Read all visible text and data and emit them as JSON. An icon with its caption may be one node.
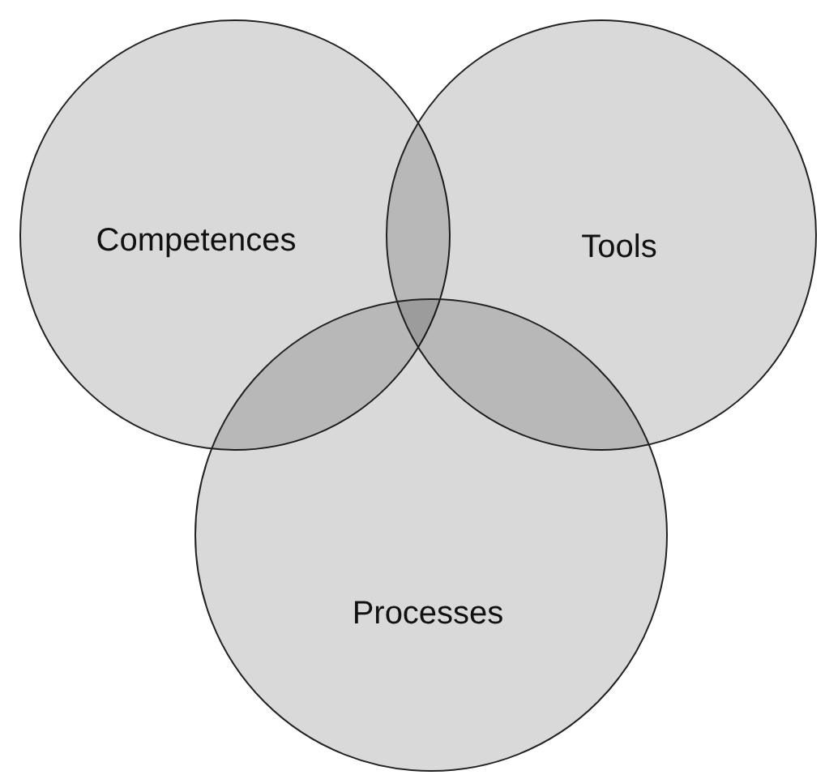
{
  "diagram": {
    "nodes": [
      {
        "text": [
          "Competences"
        ]
      },
      {
        "text": [
          "Tools"
        ]
      },
      {
        "text": [
          "Processes"
        ]
      }
    ]
  }
}
